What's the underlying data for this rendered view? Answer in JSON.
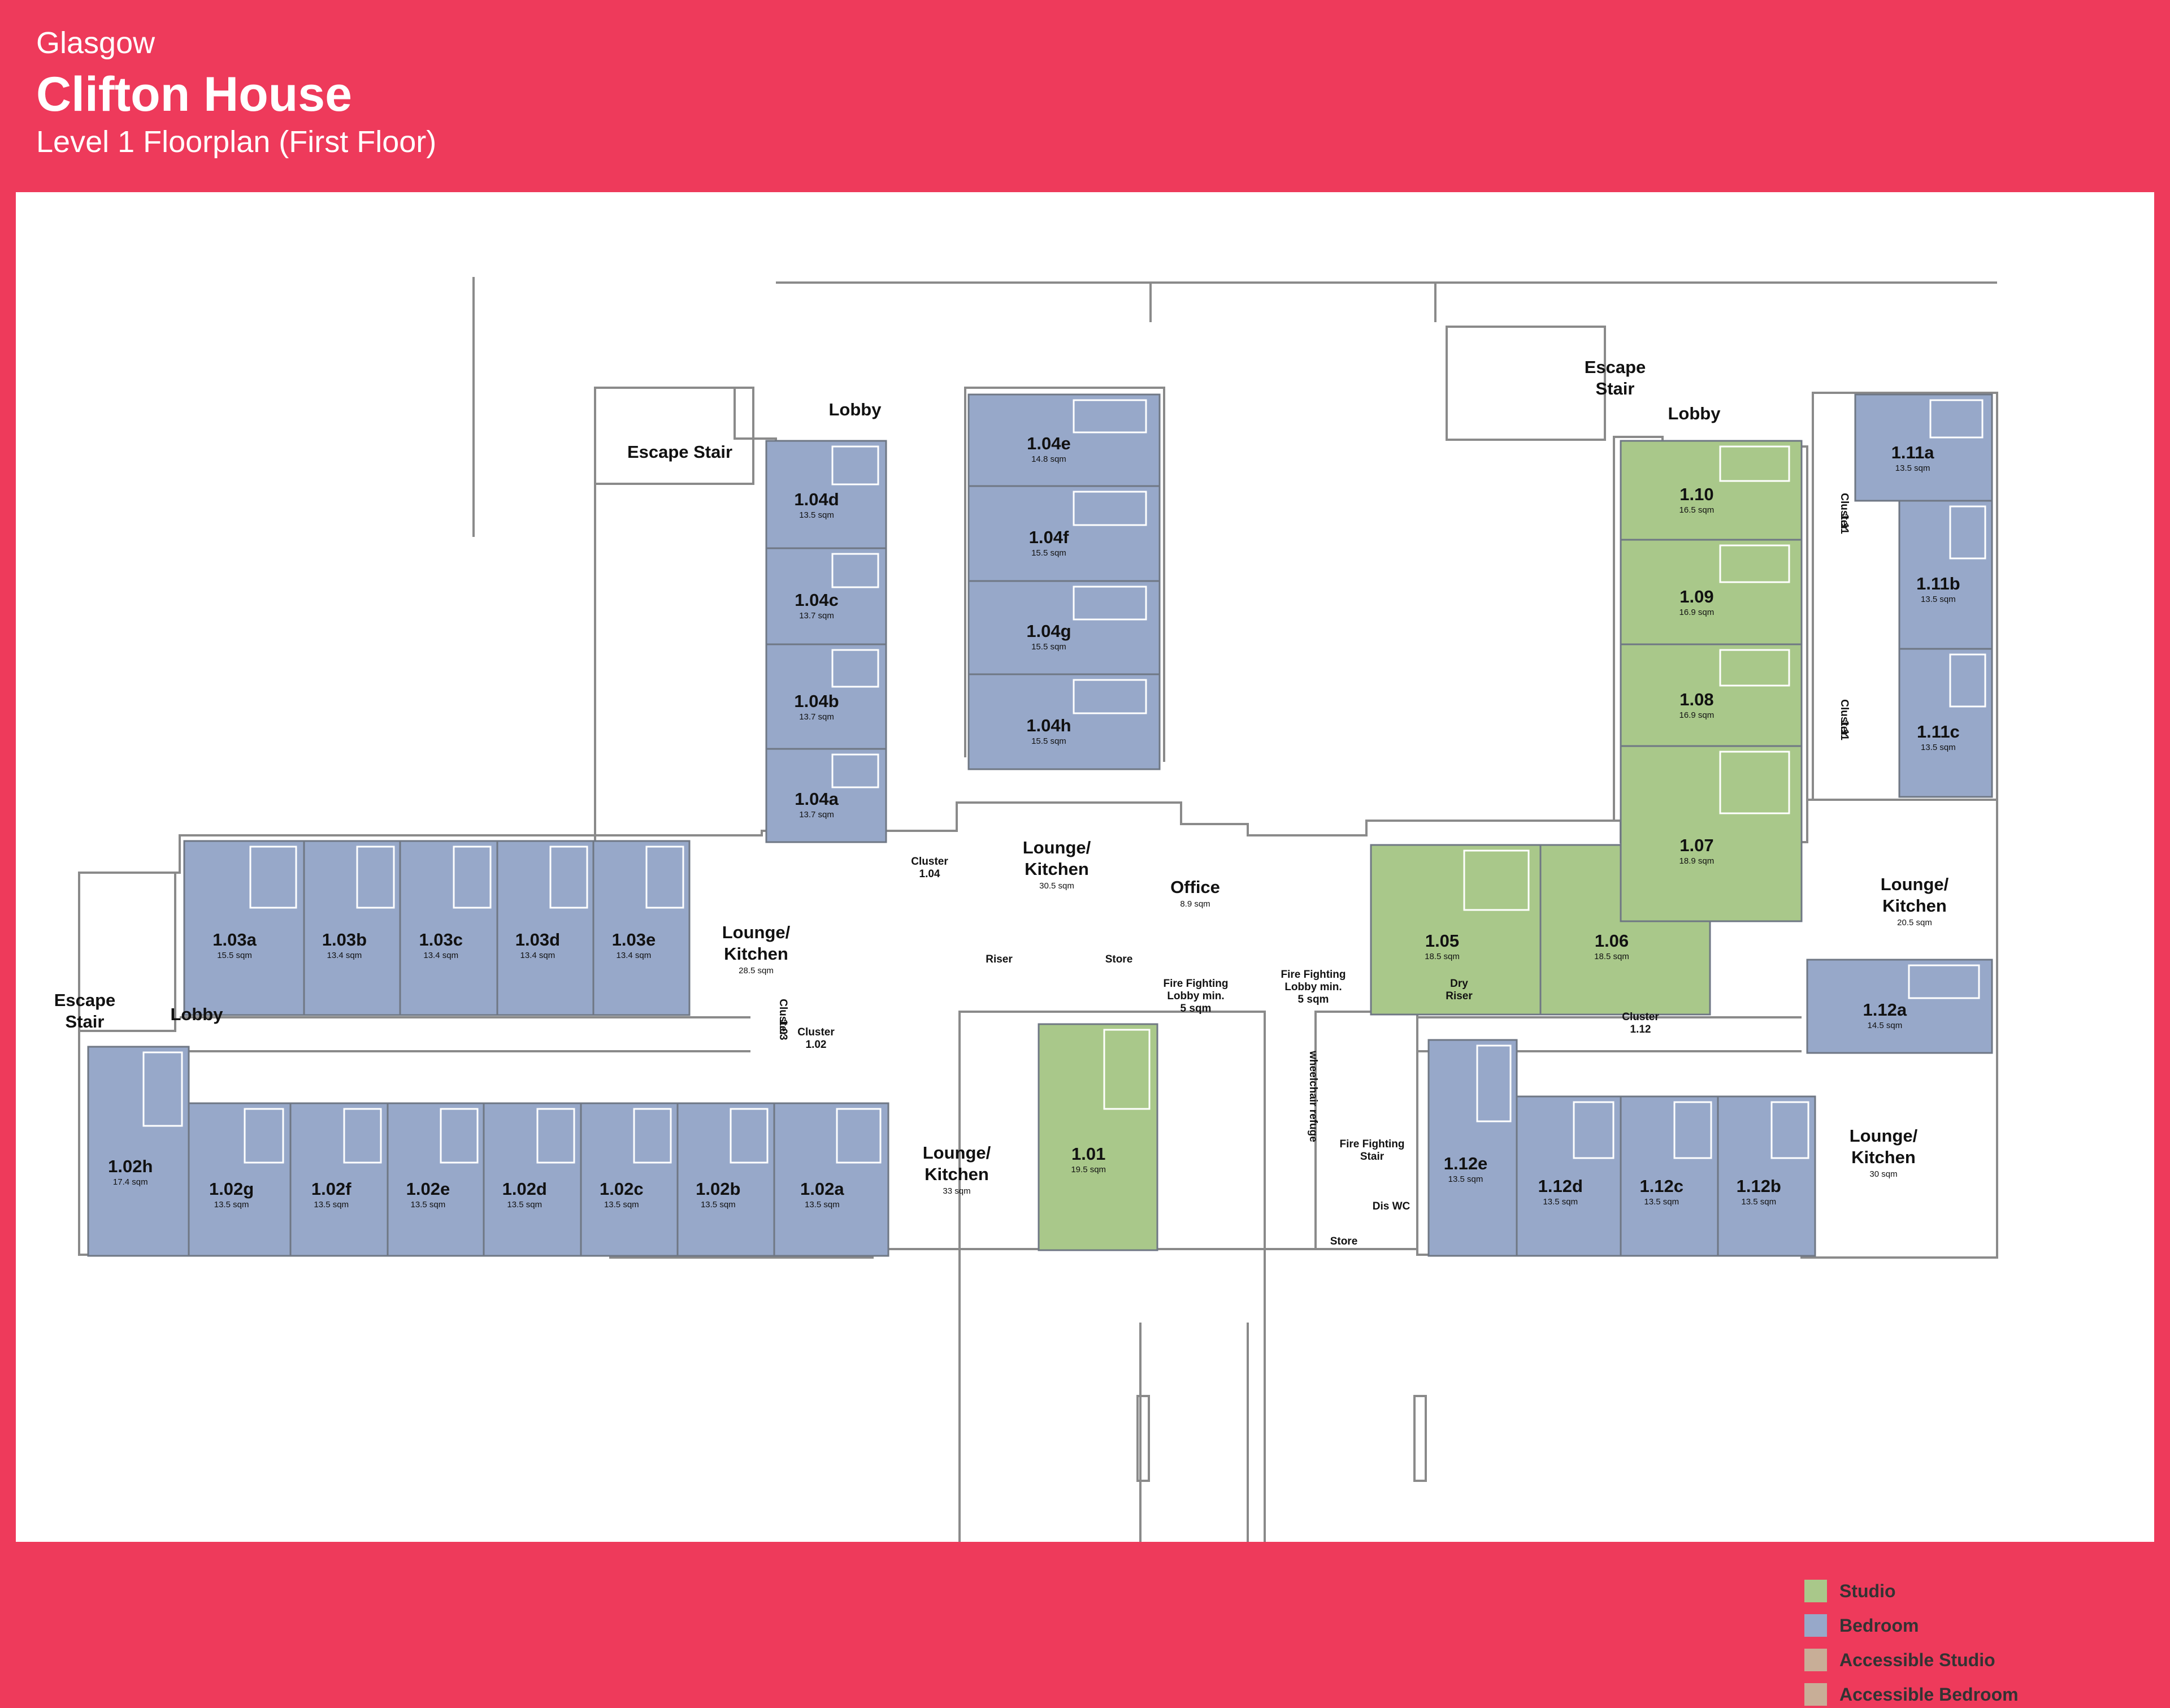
{
  "header": {
    "city": "Glasgow",
    "building": "Clifton House",
    "subtitle": "Level 1 Floorplan (First Floor)"
  },
  "colors": {
    "brand": "#EE3A5B",
    "studio": "#A9C88A",
    "bedroom": "#97A8C9",
    "accessible": "#C8AE97"
  },
  "rooms": [
    {
      "id": "1.01",
      "type": "studio",
      "area": "19.5 sqm"
    },
    {
      "id": "1.02a",
      "type": "bedroom",
      "area": "13.5 sqm"
    },
    {
      "id": "1.02b",
      "type": "bedroom",
      "area": "13.5 sqm"
    },
    {
      "id": "1.02c",
      "type": "bedroom",
      "area": "13.5 sqm"
    },
    {
      "id": "1.02d",
      "type": "bedroom",
      "area": "13.5 sqm"
    },
    {
      "id": "1.02e",
      "type": "bedroom",
      "area": "13.5 sqm"
    },
    {
      "id": "1.02f",
      "type": "bedroom",
      "area": "13.5 sqm"
    },
    {
      "id": "1.02g",
      "type": "bedroom",
      "area": "13.5 sqm"
    },
    {
      "id": "1.02h",
      "type": "bedroom",
      "area": "17.4 sqm"
    },
    {
      "id": "1.03a",
      "type": "bedroom",
      "area": "15.5 sqm"
    },
    {
      "id": "1.03b",
      "type": "bedroom",
      "area": "13.4 sqm"
    },
    {
      "id": "1.03c",
      "type": "bedroom",
      "area": "13.4 sqm"
    },
    {
      "id": "1.03d",
      "type": "bedroom",
      "area": "13.4 sqm"
    },
    {
      "id": "1.03e",
      "type": "bedroom",
      "area": "13.4 sqm"
    },
    {
      "id": "1.04a",
      "type": "bedroom",
      "area": "13.7 sqm"
    },
    {
      "id": "1.04b",
      "type": "bedroom",
      "area": "13.7 sqm"
    },
    {
      "id": "1.04c",
      "type": "bedroom",
      "area": "13.7 sqm"
    },
    {
      "id": "1.04d",
      "type": "bedroom",
      "area": "13.5 sqm"
    },
    {
      "id": "1.04e",
      "type": "bedroom",
      "area": "14.8 sqm"
    },
    {
      "id": "1.04f",
      "type": "bedroom",
      "area": "15.5 sqm"
    },
    {
      "id": "1.04g",
      "type": "bedroom",
      "area": "15.5 sqm"
    },
    {
      "id": "1.04h",
      "type": "bedroom",
      "area": "15.5 sqm"
    },
    {
      "id": "1.05",
      "type": "studio",
      "area": "18.5 sqm"
    },
    {
      "id": "1.06",
      "type": "studio",
      "area": "18.5 sqm"
    },
    {
      "id": "1.07",
      "type": "studio",
      "area": "18.9 sqm"
    },
    {
      "id": "1.08",
      "type": "studio",
      "area": "16.9 sqm"
    },
    {
      "id": "1.09",
      "type": "studio",
      "area": "16.9 sqm"
    },
    {
      "id": "1.10",
      "type": "studio",
      "area": "16.5 sqm"
    },
    {
      "id": "1.11a",
      "type": "bedroom",
      "area": "13.5 sqm"
    },
    {
      "id": "1.11b",
      "type": "bedroom",
      "area": "13.5 sqm"
    },
    {
      "id": "1.11c",
      "type": "bedroom",
      "area": "13.5 sqm"
    },
    {
      "id": "1.12a",
      "type": "bedroom",
      "area": "14.5 sqm"
    },
    {
      "id": "1.12b",
      "type": "bedroom",
      "area": "13.5 sqm"
    },
    {
      "id": "1.12c",
      "type": "bedroom",
      "area": "13.5 sqm"
    },
    {
      "id": "1.12d",
      "type": "bedroom",
      "area": "13.5 sqm"
    },
    {
      "id": "1.12e",
      "type": "bedroom",
      "area": "13.5 sqm"
    }
  ],
  "spaces": [
    {
      "lines": [
        "Lounge/",
        "Kitchen"
      ],
      "area": "28.5 sqm"
    },
    {
      "lines": [
        "Lounge/",
        "Kitchen"
      ],
      "area": "30.5 sqm"
    },
    {
      "lines": [
        "Lounge/",
        "Kitchen"
      ],
      "area": "33 sqm"
    },
    {
      "lines": [
        "Lounge/",
        "Kitchen"
      ],
      "area": "20.5 sqm"
    },
    {
      "lines": [
        "Lounge/",
        "Kitchen"
      ],
      "area": "30 sqm"
    },
    {
      "lines": [
        "Office"
      ],
      "area": "8.9 sqm"
    },
    {
      "lines": [
        "Escape Stair"
      ],
      "area": ""
    },
    {
      "lines": [
        "Escape",
        "Stair"
      ],
      "area": ""
    },
    {
      "lines": [
        "Escape",
        "Stair"
      ],
      "area": ""
    },
    {
      "lines": [
        "Lobby"
      ],
      "area": ""
    },
    {
      "lines": [
        "Lobby"
      ],
      "area": ""
    },
    {
      "lines": [
        "Lobby"
      ],
      "area": ""
    }
  ],
  "small_labels": [
    {
      "lines": [
        "Cluster",
        "1.04"
      ]
    },
    {
      "lines": [
        "Cluster",
        "1.03"
      ]
    },
    {
      "lines": [
        "Cluster",
        "1.02"
      ]
    },
    {
      "lines": [
        "Cluster",
        "1.11"
      ]
    },
    {
      "lines": [
        "Cluster",
        "1.11"
      ]
    },
    {
      "lines": [
        "Cluster",
        "1.12"
      ]
    },
    {
      "lines": [
        "Riser"
      ]
    },
    {
      "lines": [
        "Store"
      ]
    },
    {
      "lines": [
        "Fire Fighting",
        "Lobby min.",
        "5 sqm"
      ]
    },
    {
      "lines": [
        "Fire Fighting",
        "Lobby min.",
        "5 sqm"
      ]
    },
    {
      "lines": [
        "Dry",
        "Riser"
      ]
    },
    {
      "lines": [
        "wheelchair refuge"
      ]
    },
    {
      "lines": [
        "Fire Fighting",
        "Stair"
      ]
    },
    {
      "lines": [
        "Dis WC"
      ]
    },
    {
      "lines": [
        "Store"
      ]
    }
  ],
  "legend": [
    {
      "label": "Studio",
      "color": "#A9C88A"
    },
    {
      "label": "Bedroom",
      "color": "#97A8C9"
    },
    {
      "label": "Accessible Studio",
      "color": "#C8AE97"
    },
    {
      "label": "Accessible Bedroom",
      "color": "#C8AE97"
    }
  ]
}
